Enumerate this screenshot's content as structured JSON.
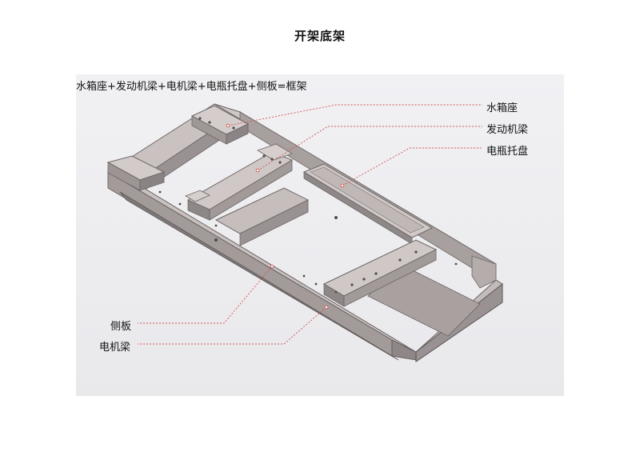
{
  "title": "开架底架",
  "formula": "水箱座+发动机梁+电机梁+电瓶托盘+侧板=框架",
  "labels": {
    "water_tank_seat": "水箱座",
    "engine_beam": "发动机梁",
    "battery_tray": "电瓶托盘",
    "side_plate": "侧板",
    "motor_beam": "电机梁"
  },
  "colors": {
    "background_panel": "#ececef",
    "frame_top": "#bdb5b3",
    "frame_side": "#8f8787",
    "frame_dark": "#6b6565",
    "leader_line": "#d05050"
  }
}
